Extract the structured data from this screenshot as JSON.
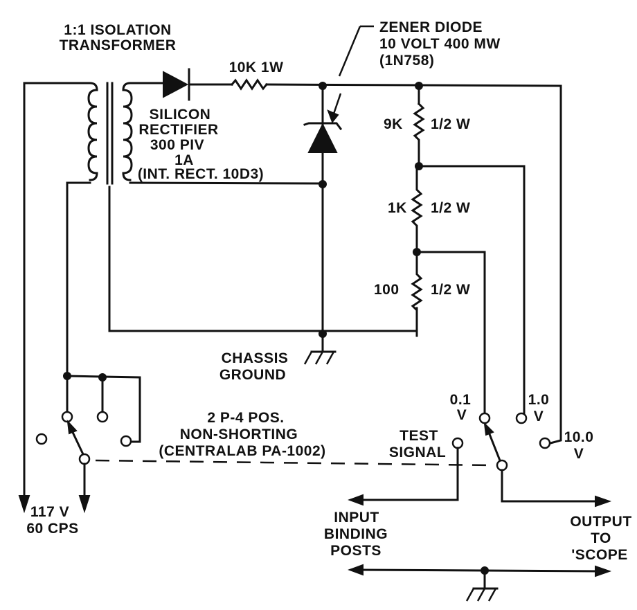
{
  "diagram": {
    "type": "circuit-schematic",
    "labels": {
      "transformer": [
        "1:1 ISOLATION",
        "TRANSFORMER"
      ],
      "resistor_10k": "10K 1W",
      "rectifier": [
        "SILICON",
        "RECTIFIER",
        "300 PIV",
        "1A",
        "(INT. RECT. 10D3)"
      ],
      "zener": [
        "ZENER DIODE",
        "10 VOLT 400 MW",
        "(1N758)"
      ],
      "r_9k_value": "9K",
      "r_9k_power": "1/2 W",
      "r_1k_value": "1K",
      "r_1k_power": "1/2 W",
      "r_100_value": "100",
      "r_100_power": "1/2 W",
      "chassis_ground": [
        "CHASSIS",
        "GROUND"
      ],
      "switch": [
        "2 P-4 POS.",
        "NON-SHORTING",
        "(CENTRALAB PA-1002)"
      ],
      "mains": [
        "117 V",
        "60 CPS"
      ],
      "pos_01": [
        "0.1",
        "V"
      ],
      "pos_10": [
        "1.0",
        "V"
      ],
      "pos_100": [
        "10.0",
        "V"
      ],
      "test_signal": [
        "TEST",
        "SIGNAL"
      ],
      "input": [
        "INPUT",
        "BINDING",
        "POSTS"
      ],
      "output": [
        "OUTPUT",
        "TO",
        "'SCOPE"
      ]
    }
  }
}
